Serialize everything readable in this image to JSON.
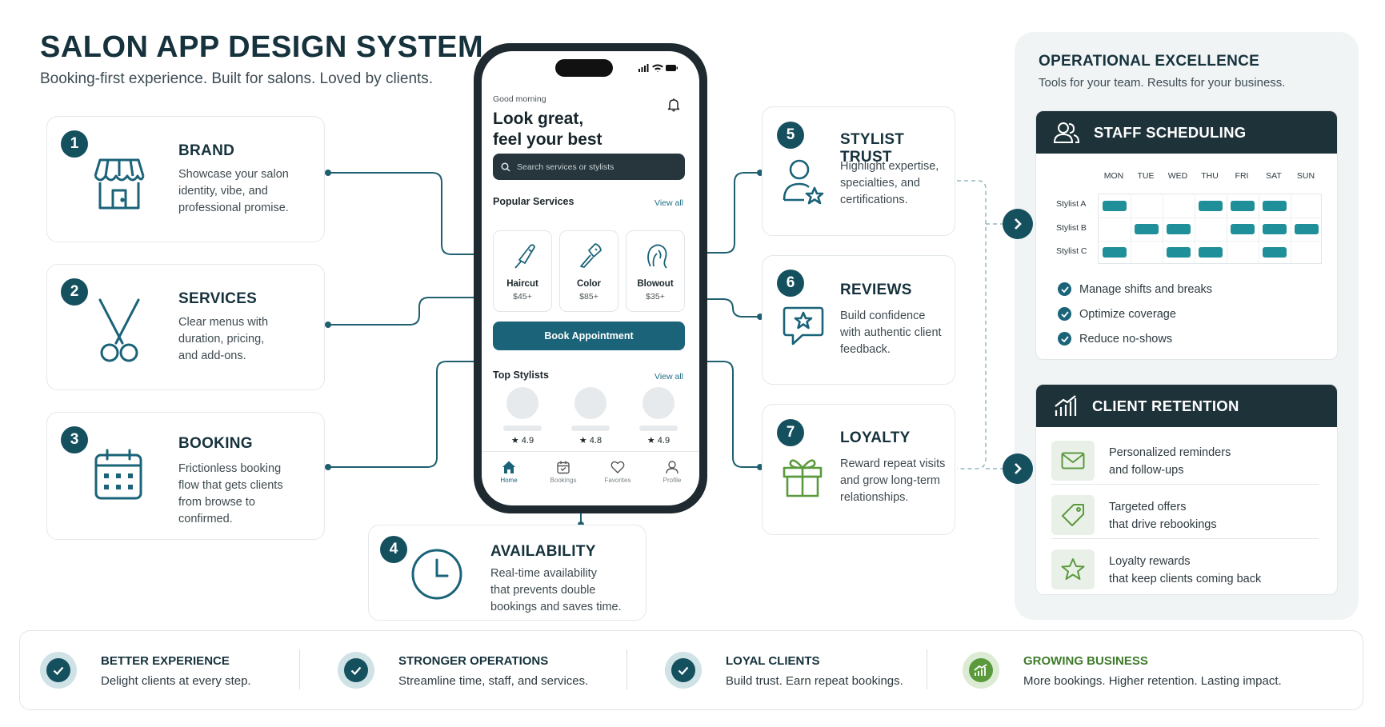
{
  "header": {
    "title": "SALON APP DESIGN SYSTEM",
    "subtitle": "Booking-first experience. Built for salons. Loved by clients."
  },
  "features": [
    {
      "num": "1",
      "title": "BRAND",
      "desc": [
        "Showcase your salon",
        "identity, vibe, and",
        "professional promise."
      ],
      "icon": "storefront-icon"
    },
    {
      "num": "2",
      "title": "SERVICES",
      "desc": [
        "Clear menus with",
        "duration, pricing,",
        "and add-ons."
      ],
      "icon": "scissors-icon"
    },
    {
      "num": "3",
      "title": "BOOKING",
      "desc": [
        "Frictionless booking",
        "flow that gets clients",
        "from browse to",
        "confirmed."
      ],
      "icon": "calendar-icon"
    },
    {
      "num": "4",
      "title": "AVAILABILITY",
      "desc": [
        "Real-time availability",
        "that prevents double",
        "bookings and saves time."
      ],
      "icon": "clock-icon"
    },
    {
      "num": "5",
      "title": "STYLIST TRUST",
      "desc": [
        "Highlight expertise,",
        "specialties, and",
        "certifications."
      ],
      "icon": "stylist-star-icon"
    },
    {
      "num": "6",
      "title": "REVIEWS",
      "desc": [
        "Build confidence",
        "with authentic client",
        "feedback."
      ],
      "icon": "review-bubble-icon"
    },
    {
      "num": "7",
      "title": "LOYALTY",
      "desc": [
        "Reward repeat visits",
        "and grow long-term",
        "relationships."
      ],
      "icon": "gift-icon"
    }
  ],
  "phone": {
    "greeting": "Good morning",
    "headline_1": "Look great,",
    "headline_2": "feel your best",
    "search_placeholder": "Search services or stylists",
    "popular_label": "Popular Services",
    "view_all": "View all",
    "services": [
      {
        "name": "Haircut",
        "price": "$45+",
        "icon": "hairdryer-icon"
      },
      {
        "name": "Color",
        "price": "$85+",
        "icon": "color-brush-icon"
      },
      {
        "name": "Blowout",
        "price": "$35+",
        "icon": "hair-style-icon"
      }
    ],
    "book_button": "Book Appointment",
    "stylists_label": "Top Stylists",
    "stylists": [
      {
        "rating": "★ 4.9"
      },
      {
        "rating": "★ 4.8"
      },
      {
        "rating": "★ 4.9"
      }
    ],
    "nav": [
      {
        "label": "Home",
        "icon": "home-icon"
      },
      {
        "label": "Bookings",
        "icon": "calendar-icon"
      },
      {
        "label": "Favorites",
        "icon": "heart-icon"
      },
      {
        "label": "Profile",
        "icon": "profile-icon"
      }
    ]
  },
  "operations": {
    "title": "OPERATIONAL EXCELLENCE",
    "subtitle": "Tools for your team. Results for your business.",
    "scheduling": {
      "title": "STAFF SCHEDULING",
      "days": [
        "MON",
        "TUE",
        "WED",
        "THU",
        "FRI",
        "SAT",
        "SUN"
      ],
      "stylists": [
        "Stylist A",
        "Stylist B",
        "Stylist C"
      ],
      "shifts": [
        [
          1,
          0,
          0,
          1,
          1,
          1,
          0
        ],
        [
          0,
          1,
          1,
          0,
          1,
          1,
          1
        ],
        [
          1,
          0,
          1,
          1,
          0,
          1,
          0
        ]
      ],
      "checks": [
        "Manage shifts and breaks",
        "Optimize coverage",
        "Reduce no-shows"
      ]
    },
    "retention": {
      "title": "CLIENT RETENTION",
      "items": [
        {
          "line1": "Personalized reminders",
          "line2": "and follow-ups",
          "icon": "envelope-icon"
        },
        {
          "line1": "Targeted offers",
          "line2": "that drive rebookings",
          "icon": "tag-icon"
        },
        {
          "line1": "Loyalty rewards",
          "line2": "that keep clients coming back",
          "icon": "star-icon"
        }
      ]
    }
  },
  "outcomes": [
    {
      "title": "BETTER EXPERIENCE",
      "desc": "Delight clients at every step.",
      "icon": "check-icon"
    },
    {
      "title": "STRONGER OPERATIONS",
      "desc": "Streamline time, staff, and services.",
      "icon": "check-icon"
    },
    {
      "title": "LOYAL CLIENTS",
      "desc": "Build trust. Earn repeat bookings.",
      "icon": "check-icon"
    },
    {
      "title": "GROWING BUSINESS",
      "desc": "More bookings. Higher retention. Lasting impact.",
      "icon": "growth-chart-icon",
      "color": "#3f7a2a"
    }
  ],
  "colors": {
    "primary": "#15505f",
    "accent": "#1f8f9a",
    "dark": "#1e323a",
    "green": "#5b9a3c"
  }
}
